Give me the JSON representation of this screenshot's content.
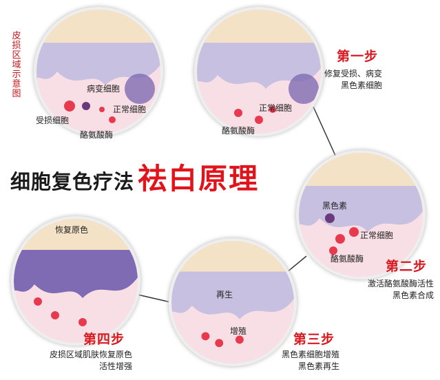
{
  "sidebar_title": "皮损区域示意图",
  "heading": {
    "black": "细胞复色疗法",
    "red": "祛白原理"
  },
  "circle1": {
    "labels": {
      "diseased": "病变细胞",
      "damaged": "受损细胞",
      "normal": "正常细胞",
      "enzyme": "酪氨酸酶"
    }
  },
  "circle2": {
    "labels": {
      "normal": "正常细胞",
      "enzyme": "酪氨酸酶"
    }
  },
  "circle3": {
    "labels": {
      "melanin": "黑色素",
      "normal": "正常细胞",
      "enzyme": "酪氨酸酶"
    }
  },
  "circle4": {
    "labels": {
      "regen": "再生",
      "prolif": "增殖"
    }
  },
  "circle5": {
    "labels": {
      "restore": "恢复原色"
    }
  },
  "steps": [
    {
      "title": "第一步",
      "lines": [
        "修复受损、病变",
        "黑色素细胞"
      ]
    },
    {
      "title": "第二步",
      "lines": [
        "激活酪氨酸酶活性",
        "黑色素合成"
      ]
    },
    {
      "title": "第三步",
      "lines": [
        "黑色素细胞增殖",
        "黑色素再生"
      ]
    },
    {
      "title": "第四步",
      "lines": [
        "皮损区域肌肤恢复原色",
        "活性增强"
      ]
    }
  ],
  "colors": {
    "accent_red": "#d71920",
    "skin": "#f4e2c7",
    "epidermis": "#c8c0e0",
    "dermis": "#f8dfe6",
    "cell_red": "#e83a4f"
  }
}
